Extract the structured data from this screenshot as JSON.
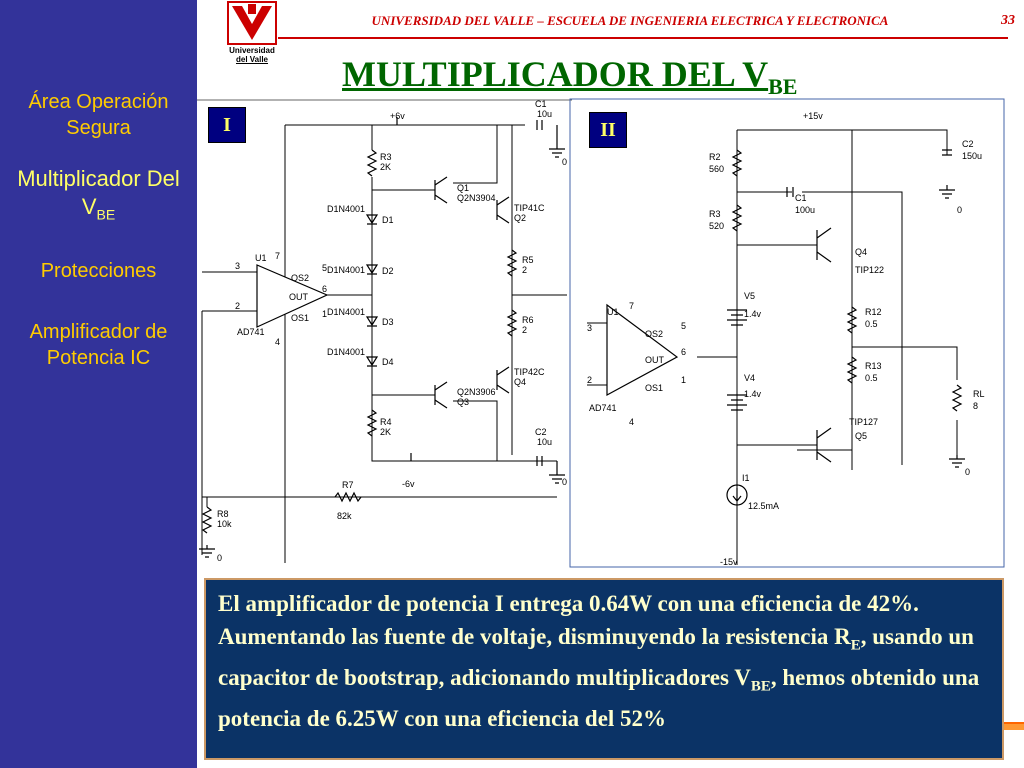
{
  "header": {
    "institution": "UNIVERSIDAD DEL VALLE – ESCUELA DE INGENIERIA ELECTRICA Y ELECTRONICA",
    "page_number": "33",
    "logo_line1": "Universidad",
    "logo_line2": "del Valle"
  },
  "title": {
    "main": "MULTIPLICADOR DEL V",
    "sub": "BE"
  },
  "sidebar": {
    "items": [
      {
        "text": "Área Operación Segura",
        "active": false
      },
      {
        "text": "Multiplicador Del V",
        "sub": "BE",
        "active": true
      },
      {
        "text": "Protecciones",
        "active": false
      },
      {
        "text": "Amplificador de Potencia IC",
        "active": false
      }
    ]
  },
  "circuit_labels": {
    "one": "I",
    "two": "II"
  },
  "circuit1": {
    "supply_pos": "+6v",
    "supply_neg": "-6v",
    "c1": "C1",
    "c1_val": "10u",
    "c2": "C2",
    "c2_val": "10u",
    "r3": "R3",
    "r3_val": "2K",
    "r4": "R4",
    "r4_val": "2K",
    "r5": "R5",
    "r5_val": "2",
    "r6": "R6",
    "r6_val": "2",
    "r7": "R7",
    "r7_val": "82k",
    "r8": "R8",
    "r8_val": "10k",
    "d_part": "D1N4001",
    "d1": "D1",
    "d2": "D2",
    "d3": "D3",
    "d4": "D4",
    "q1": "Q1",
    "q1_part": "Q2N3904",
    "q2": "Q2",
    "q2_part": "TIP41C",
    "q3": "Q3",
    "q3_part": "Q2N3906",
    "q4": "Q4",
    "q4_part": "TIP42C",
    "u1": "U1",
    "u1_part": "AD741",
    "os1": "OS1",
    "os2": "OS2",
    "out": "OUT",
    "pin3": "3",
    "pin2": "2",
    "pin6": "6",
    "pin7": "7",
    "pin4": "4",
    "pin5": "5",
    "pin1": "1",
    "ground": "0"
  },
  "circuit2": {
    "supply_pos": "+15v",
    "supply_neg": "-15v",
    "c1": "C1",
    "c1_val": "100u",
    "c2": "C2",
    "c2_val": "150u",
    "r2": "R2",
    "r2_val": "560",
    "r3": "R3",
    "r3_val": "520",
    "r12": "R12",
    "r12_val": "0.5",
    "r13": "R13",
    "r13_val": "0.5",
    "rl": "RL",
    "rl_val": "8",
    "v5": "V5",
    "v5_val": "1.4v",
    "v4": "V4",
    "v4_val": "1.4v",
    "i1": "I1",
    "i1_val": "12.5mA",
    "q4": "Q4",
    "q4_part": "TIP122",
    "q5": "Q5",
    "q5_part": "TIP127",
    "u1": "U1",
    "u1_part": "AD741",
    "os1": "OS1",
    "os2": "OS2",
    "out": "OUT",
    "pin3": "3",
    "pin2": "2",
    "pin6": "6",
    "pin7": "7",
    "pin4": "4",
    "pin5": "5",
    "pin1": "1",
    "ground": "0"
  },
  "summary": {
    "p1": "El amplificador de potencia I entrega 0.64W con una eficiencia de 42%. Aumentando las fuente de voltaje, disminuyendo la resistencia R",
    "sub1": "E",
    "p2": ", usando un capacitor de bootstrap, adicionando multiplicadores V",
    "sub2": "BE",
    "p3": ", hemos obtenido una potencia de 6.25W con una eficiencia del 52%"
  },
  "colors": {
    "sidebar_bg": "#33339a",
    "sidebar_text": "#ffcc00",
    "sidebar_active": "#ffff66",
    "header_red": "#cc0000",
    "title_green": "#006600",
    "summary_bg": "#0b3366",
    "summary_text": "#ffffcc"
  }
}
